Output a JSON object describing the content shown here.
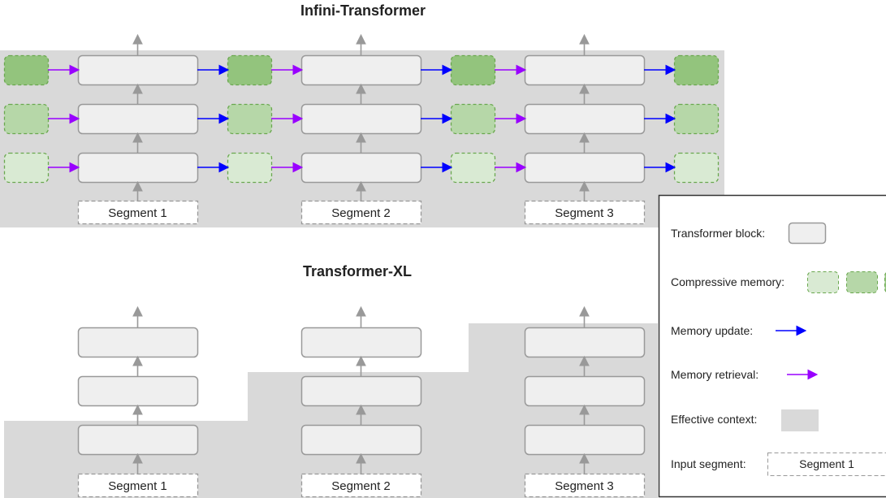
{
  "top": {
    "title": "Infini-Transformer",
    "segments": [
      "Segment 1",
      "Segment 2",
      "Segment 3"
    ]
  },
  "bottom": {
    "title": "Transformer-XL",
    "segments": [
      "Segment 1",
      "Segment 2",
      "Segment 3"
    ]
  },
  "legend": {
    "transformer_block": "Transformer block:",
    "compressive_memory": "Compressive memory:",
    "memory_update": "Memory update:",
    "memory_retrieval": "Memory retrieval:",
    "effective_context": "Effective context:",
    "input_segment": "Input segment:",
    "input_segment_example": "Segment 1"
  },
  "colors": {
    "context": "#d9d9d9",
    "block_fill": "#efefef",
    "block_stroke": "#999999",
    "memory_fills": [
      "#d9ead3",
      "#b6d7a8",
      "#93c47d"
    ],
    "memory_stroke": "#6aa84f",
    "update_arrow": "#0000ff",
    "retrieval_arrow": "#9900ff",
    "up_arrow": "#999999"
  }
}
